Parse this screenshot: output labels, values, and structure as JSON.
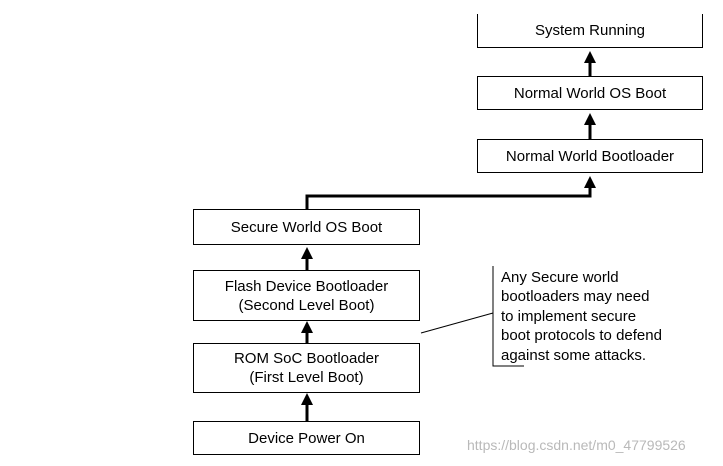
{
  "boxes": {
    "system_running": "System Running",
    "normal_os_boot": "Normal World OS Boot",
    "normal_bootloader": "Normal World Bootloader",
    "secure_os_boot": "Secure World OS Boot",
    "flash_line1": "Flash Device Bootloader",
    "flash_line2": "(Second Level Boot)",
    "rom_line1": "ROM SoC Bootloader",
    "rom_line2": "(First Level Boot)",
    "power_on": "Device Power On"
  },
  "note": {
    "lines": [
      "Any Secure world",
      "bootloaders may need",
      "to implement secure",
      "boot protocols to defend",
      "against some attacks."
    ]
  },
  "watermark": "https://blog.csdn.net/m0_47799526"
}
